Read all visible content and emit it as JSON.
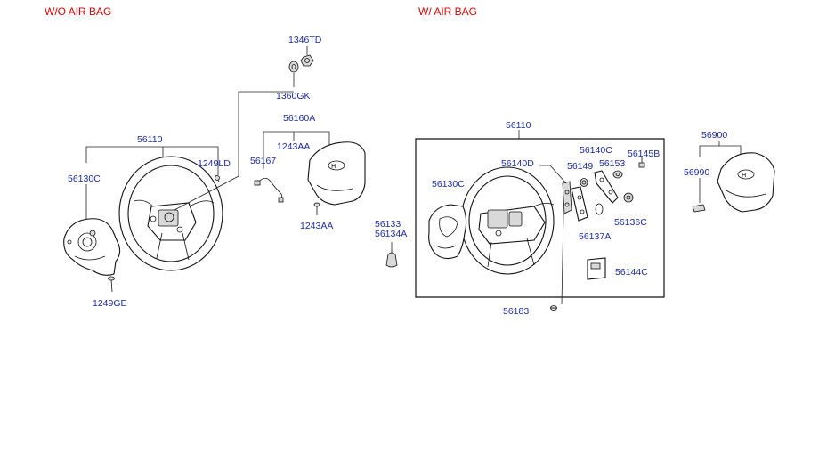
{
  "sections": {
    "without_airbag": "W/O AIR BAG",
    "with_airbag": "W/ AIR BAG"
  },
  "labels": {
    "p1346TD": "1346TD",
    "p1360GK": "1360GK",
    "p56160A": "56160A",
    "p1243AA_top": "1243AA",
    "p56167": "56167",
    "p1243AA_bottom": "1243AA",
    "p56110_left": "56110",
    "p1249LD": "1249LD",
    "p56130C_left": "56130C",
    "p1249GE": "1249GE",
    "p56110_right": "56110",
    "p56140D": "56140D",
    "p56140C": "56140C",
    "p56145B": "56145B",
    "p56149": "56149",
    "p56153": "56153",
    "p56130C_right": "56130C",
    "p56136C": "56136C",
    "p56137A": "56137A",
    "p56133": "56133",
    "p56134A": "56134A",
    "p56144C": "56144C",
    "p56183": "56183",
    "p56900": "56900",
    "p56990": "56990"
  },
  "colors": {
    "section_title": "#e00000",
    "part_label": "#1b2ba8",
    "line": "#111111"
  }
}
